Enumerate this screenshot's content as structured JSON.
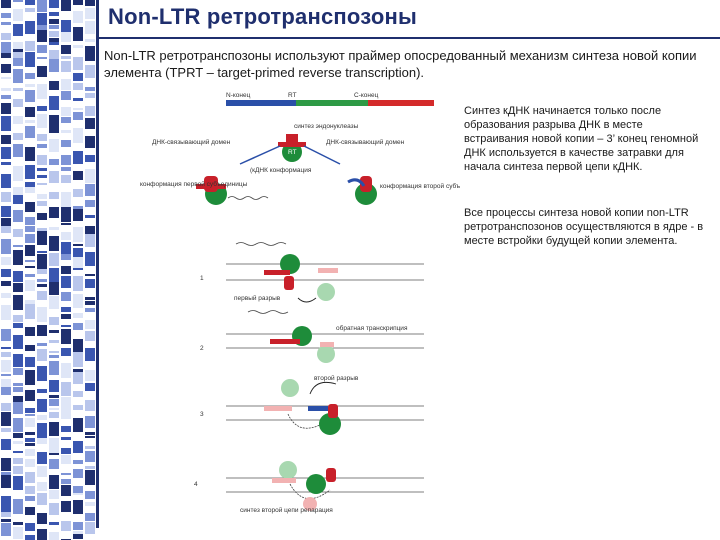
{
  "title": "Non-LTR ретротранспозоны",
  "intro": "Non-LTR ретротранспозоны используют праймер опосредованный механизм синтеза новой копии элемента (TPRT – target-primed reverse transcription).",
  "side_paragraphs": [
    "Синтез кДНК начинается только после образования разрыва ДНК в месте встраивания новой копии – 3’ конец геномной ДНК используется в качестве затравки для начала синтеза первой цепи кДНК.",
    "Все процессы синтеза новой копии non-LTR ретротранспозонов осуществляются в ядре - в месте встройки будущей копии элемента."
  ],
  "diagram": {
    "domain_labels": [
      "N-конец",
      "RT",
      "C-конец"
    ],
    "top_labels": [
      "синтез эндонуклеазы",
      "ДНК-связывающий домен",
      "ДНК-связывающий домен",
      "RT",
      "("
    ],
    "conformation_labels": [
      "(кДНК конформация",
      "конформация первой субъединицы",
      "конформация второй субъединицы"
    ],
    "step_numbers": [
      "1",
      "2",
      "3",
      "4"
    ],
    "step_labels": [
      "первый разрыв",
      "обратная транскрипция",
      "второй разрыв",
      "синтез второй цепи репарация"
    ],
    "colors": {
      "n_term": "#2a4fa8",
      "rt": "#2e9a45",
      "c_term": "#d42a2a",
      "protein_green": "#1e8c3a",
      "protein_red": "#c8202a",
      "dna": "#555555"
    }
  }
}
